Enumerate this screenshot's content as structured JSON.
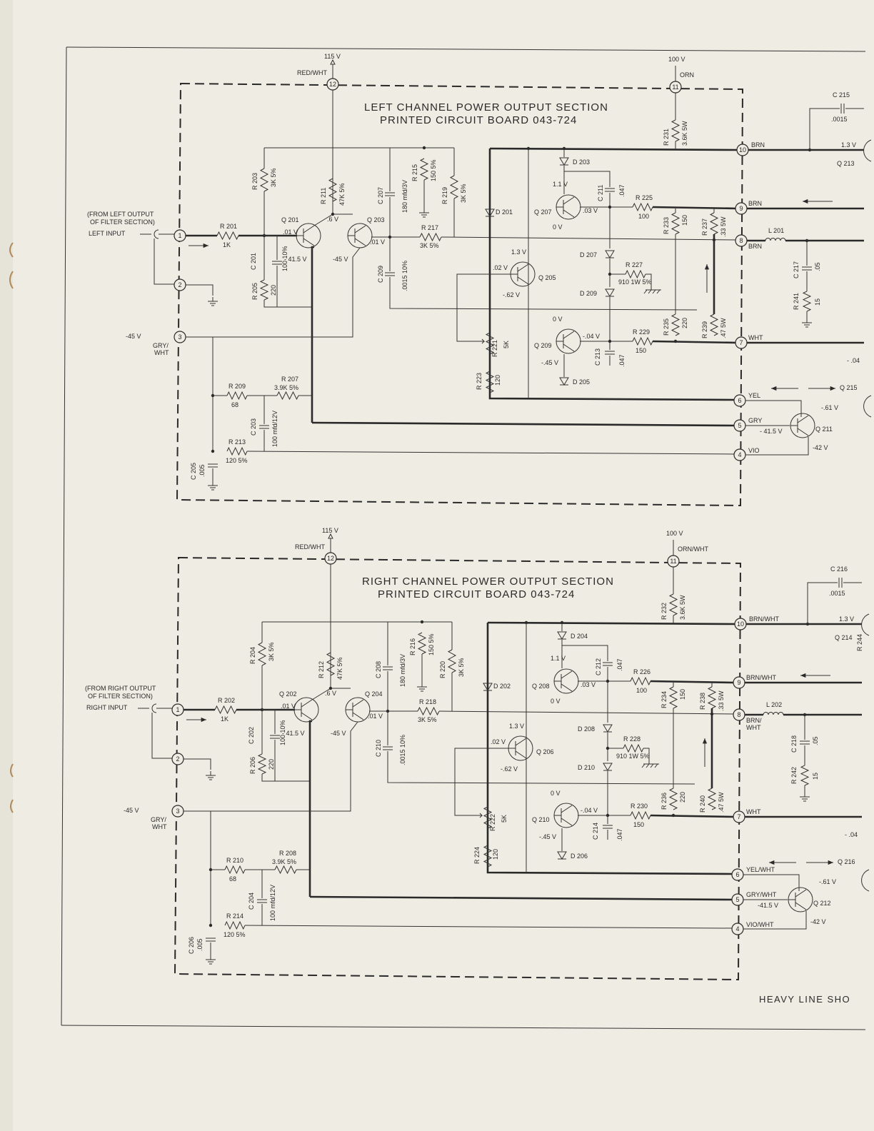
{
  "footer_note": "HEAVY LINE SHO",
  "left": {
    "title": "LEFT CHANNEL POWER OUTPUT SECTION",
    "subtitle": "PRINTED CIRCUIT BOARD 043-724",
    "input_note_1": "(FROM LEFT OUTPUT",
    "input_note_2": "OF FILTER SECTION)",
    "input_label": "LEFT INPUT",
    "supply_115": "115 V",
    "supply_100": "100 V",
    "wire_red": "RED/WHT",
    "wire_orn": "ORN",
    "neg45": "-45 V",
    "wire_gry": "GRY/",
    "wire_gry2": "WHT",
    "pins": [
      "1",
      "2",
      "3",
      "4",
      "5",
      "6",
      "7",
      "8",
      "9",
      "10",
      "11",
      "12"
    ],
    "pin_wires": {
      "p10": "BRN",
      "p9": "BRN",
      "p8": "BRN",
      "p7": "WHT",
      "p6": "YEL",
      "p5": "GRY",
      "p4": "VIO"
    },
    "resistors": {
      "r201": "R 201",
      "r201v": "1K",
      "r203": "R 203",
      "r203v": "3K 5%",
      "r205": "R 205",
      "r205v": "220",
      "r207": "R 207",
      "r207v": "3.9K 5%",
      "r209": "R 209",
      "r209v": "68",
      "r211": "R 211",
      "r211v": "47K 5%",
      "r213": "R 213",
      "r213v": "120 5%",
      "r215": "R 215",
      "r215v": "150 5%",
      "r217": "R 217",
      "r217v": "3K 5%",
      "r219": "R 219",
      "r219v": "3K 5%",
      "r221": "R 221",
      "r221v": "5K",
      "r223": "R 223",
      "r223v": "120",
      "r225": "R 225",
      "r225v": "100",
      "r227": "R 227",
      "r227v": "910 1W 5%",
      "r229": "R 229",
      "r229v": "150",
      "r231": "R 231",
      "r231v": "3.6K 5W",
      "r233": "R 233",
      "r233v": "150",
      "r235": "R 235",
      "r235v": "220",
      "r237": "R 237",
      "r237v": ".33 5W",
      "r239": "R 239",
      "r239v": ".47 5W",
      "r241": "R 241",
      "r241v": "15"
    },
    "caps": {
      "c201": "C 201",
      "c201v": "100 10%",
      "c203": "C 203",
      "c203v": "100 mfd/12V",
      "c205": "C 205",
      "c205v": ".005",
      "c207": "C 207",
      "c207v": "180 mfd/3V",
      "c209": "C 209",
      "c209v": ".0015 10%",
      "c211": "C 211",
      "c211v": ".047",
      "c213": "C 213",
      "c213v": ".047",
      "c215": "C 215",
      "c215v": ".0015",
      "c217": "C 217",
      "c217v": ".05"
    },
    "transistors": {
      "q201": "Q 201",
      "q203": "Q 203",
      "q205": "Q 205",
      "q207": "Q 207",
      "q209": "Q 209",
      "q211": "Q 211",
      "q213": "Q 213",
      "q215": "Q 215"
    },
    "diodes": {
      "d201": "D 201",
      "d203": "D 203",
      "d205": "D 205",
      "d207": "D 207",
      "d209": "D 209"
    },
    "inductor": "L 201",
    "volts": {
      "v01a": ".01 V",
      "v415": "- 41.5 V",
      "v6": ".6 V",
      "v45": "-45 V",
      "v01b": ".01 V",
      "v13": "1.3 V",
      "v02": ".02 V",
      "v62": "-.62 V",
      "v11": "1.1 V",
      "v03": ".03 V",
      "v0a": "0 V",
      "v0b": "0 V",
      "v04": "-.04 V",
      "v45b": "-.45 V",
      "v13b": "1.3 V",
      "v61": "-.61 V",
      "v415b": "- 41.5 V",
      "v42": "-42 V",
      "v04b": "- .04"
    }
  },
  "right": {
    "title": "RIGHT CHANNEL POWER OUTPUT SECTION",
    "subtitle": "PRINTED CIRCUIT BOARD 043-724",
    "input_note_1": "(FROM RIGHT OUTPUT",
    "input_note_2": "OF FILTER SECTION)",
    "input_label": "RIGHT INPUT",
    "supply_115": "115 V",
    "supply_100": "100 V",
    "wire_red": "RED/WHT",
    "wire_orn": "ORN/WHT",
    "neg45": "-45 V",
    "wire_gry": "GRY/",
    "wire_gry2": "WHT",
    "pin_wires": {
      "p10": "BRN/WHT",
      "p9": "BRN/WHT",
      "p8": "BRN/",
      "p8b": "WHT",
      "p7": "WHT",
      "p6": "YEL/WHT",
      "p5": "GRY/WHT",
      "p4": "VIO/WHT"
    },
    "resistors": {
      "r202": "R 202",
      "r202v": "1K",
      "r204": "R 204",
      "r204v": "3K 5%",
      "r206": "R 206",
      "r206v": "220",
      "r208": "R 208",
      "r208v": "3.9K 5%",
      "r210": "R 210",
      "r210v": "68",
      "r212": "R 212",
      "r212v": "47K 5%",
      "r214": "R 214",
      "r214v": "120 5%",
      "r216": "R 216",
      "r216v": "150 5%",
      "r218": "R 218",
      "r218v": "3K 5%",
      "r220": "R 220",
      "r220v": "3K 5%",
      "r222": "R 222",
      "r222v": "5K",
      "r224": "R 224",
      "r224v": "120",
      "r226": "R 226",
      "r226v": "100",
      "r228": "R 228",
      "r228v": "910 1W 5%",
      "r230": "R 230",
      "r230v": "150",
      "r232": "R 232",
      "r232v": "3.6K 5W",
      "r234": "R 234",
      "r234v": "150",
      "r236": "R 236",
      "r236v": "220",
      "r238": "R 238",
      "r238v": ".33 5W",
      "r240": "R 240",
      "r240v": ".47 5W",
      "r242": "R 242",
      "r242v": "15",
      "r244": "R 244"
    },
    "caps": {
      "c202": "C 202",
      "c202v": "100 10%",
      "c204": "C 204",
      "c204v": "100 mfd/12V",
      "c206": "C 206",
      "c206v": ".005",
      "c208": "C 208",
      "c208v": "180 mfd/3V",
      "c210": "C 210",
      "c210v": ".0015 10%",
      "c212": "C 212",
      "c212v": ".047",
      "c214": "C 214",
      "c214v": ".047",
      "c216": "C 216",
      "c216v": ".0015",
      "c218": "C 218",
      "c218v": ".05"
    },
    "transistors": {
      "q202": "Q 202",
      "q204": "Q 204",
      "q206": "Q 206",
      "q208": "Q 208",
      "q210": "Q 210",
      "q212": "Q 212",
      "q214": "Q 214",
      "q216": "Q 216"
    },
    "diodes": {
      "d202": "D 202",
      "d204": "D 204",
      "d206": "D 206",
      "d208": "D 208",
      "d210": "D 210"
    },
    "inductor": "L 202",
    "volts": {
      "v01a": ".01 V",
      "v415": "- 41.5 V",
      "v6": ".6 V",
      "v45": "-45 V",
      "v01b": ".01 V",
      "v13": "1.3 V",
      "v02": ".02 V",
      "v62": "-.62 V",
      "v11": "1.1 V",
      "v03": ".03 V",
      "v0a": "0 V",
      "v0b": "0 V",
      "v04": "-.04 V",
      "v45b": "-.45 V",
      "v13b": "1.3 V",
      "v61": "-.61 V",
      "v415b": "-41.5 V",
      "v42": "-42 V",
      "v04b": "- .04"
    }
  }
}
